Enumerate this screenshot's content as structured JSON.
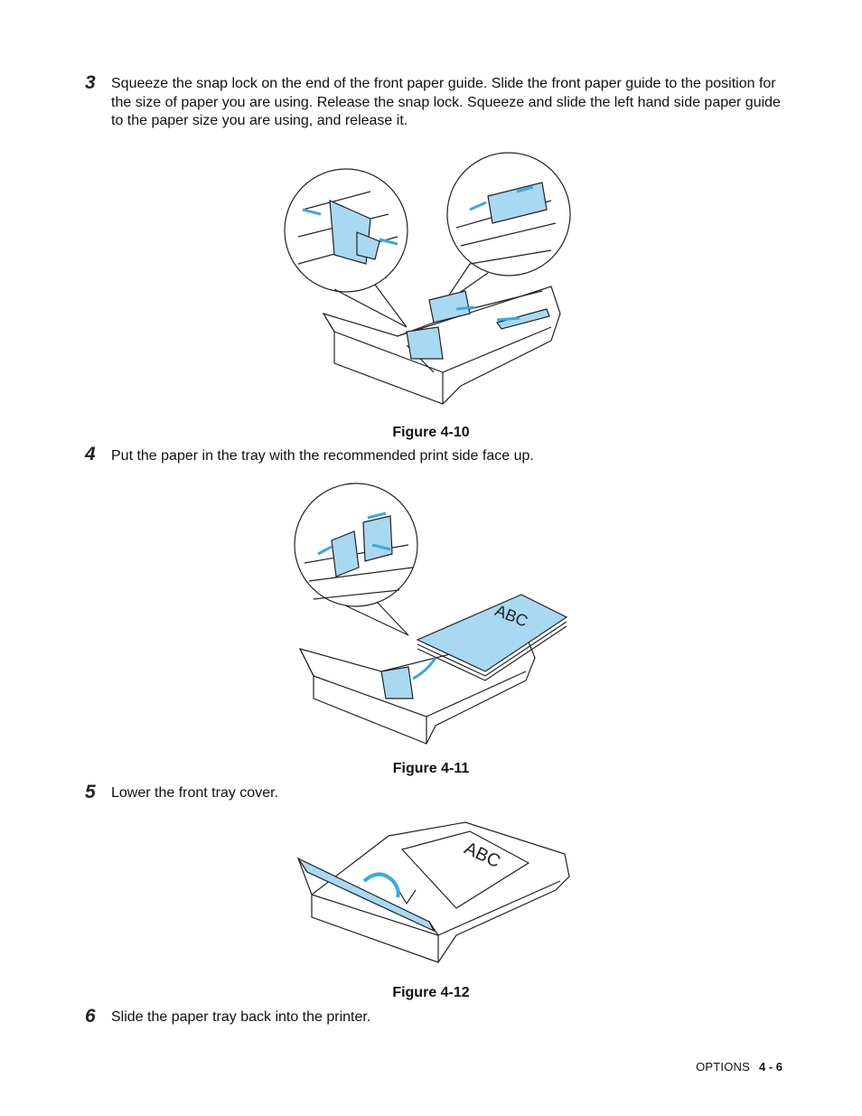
{
  "steps": [
    {
      "number": "3",
      "text": "Squeeze the snap lock on the end of the front paper guide. Slide the front paper guide to the position for the size of paper you are using. Release the snap lock. Squeeze and slide the left hand side paper guide to the paper size you are using, and release it."
    },
    {
      "number": "4",
      "text": "Put the paper in the tray with the recommended print side face up."
    },
    {
      "number": "5",
      "text": "Lower the front tray cover."
    },
    {
      "number": "6",
      "text": "Slide the paper tray back into the printer."
    }
  ],
  "figures": [
    {
      "caption": "Figure 4-10"
    },
    {
      "caption": "Figure 4-11",
      "paper_label": "ABC"
    },
    {
      "caption": "Figure 4-12",
      "paper_label": "ABC"
    }
  ],
  "footer": {
    "section": "OPTIONS",
    "page": "4 - 6"
  },
  "colors": {
    "accent_blue": "#a9d8f2",
    "arrow_blue": "#3aa9e0",
    "line": "#222222"
  }
}
